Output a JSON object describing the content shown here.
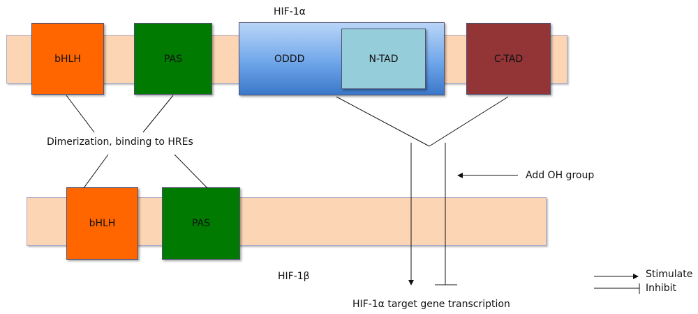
{
  "hif1a": {
    "title": "HIF-1α",
    "domains": [
      "bHLH",
      "PAS",
      "ODDD",
      "N-TAD",
      "C-TAD"
    ]
  },
  "hif1b": {
    "title": "HIF-1β",
    "domains": [
      "bHLH",
      "PAS"
    ]
  },
  "labels": {
    "dimerization": "Dimerization, binding to HREs",
    "add_oh": "Add OH group",
    "target": "HIF-1α target gene transcription"
  },
  "legend": {
    "stimulate": "Stimulate",
    "inhibit": "Inhibit"
  },
  "colors": {
    "bar": "#fcd5b5",
    "bhlh": "#ff6600",
    "pas": "#007a00",
    "oddd": "#5b9ee6",
    "ntad": "#96cddb",
    "ctad": "#933436"
  }
}
